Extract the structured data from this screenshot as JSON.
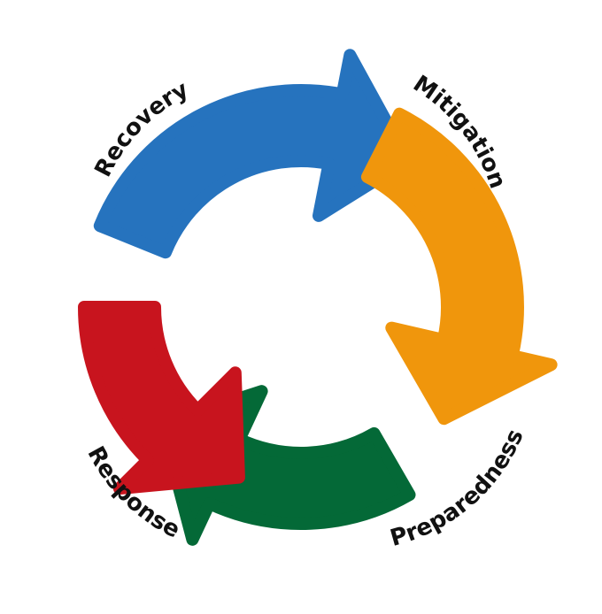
{
  "stages": [
    {
      "key": "recovery",
      "label": "Recovery",
      "color": "#2673BE"
    },
    {
      "key": "mitigation",
      "label": "Mitigation",
      "color": "#F0960C"
    },
    {
      "key": "preparedness",
      "label": "Preparedness",
      "color": "#046937"
    },
    {
      "key": "response",
      "label": "Response",
      "color": "#C8141E"
    }
  ]
}
